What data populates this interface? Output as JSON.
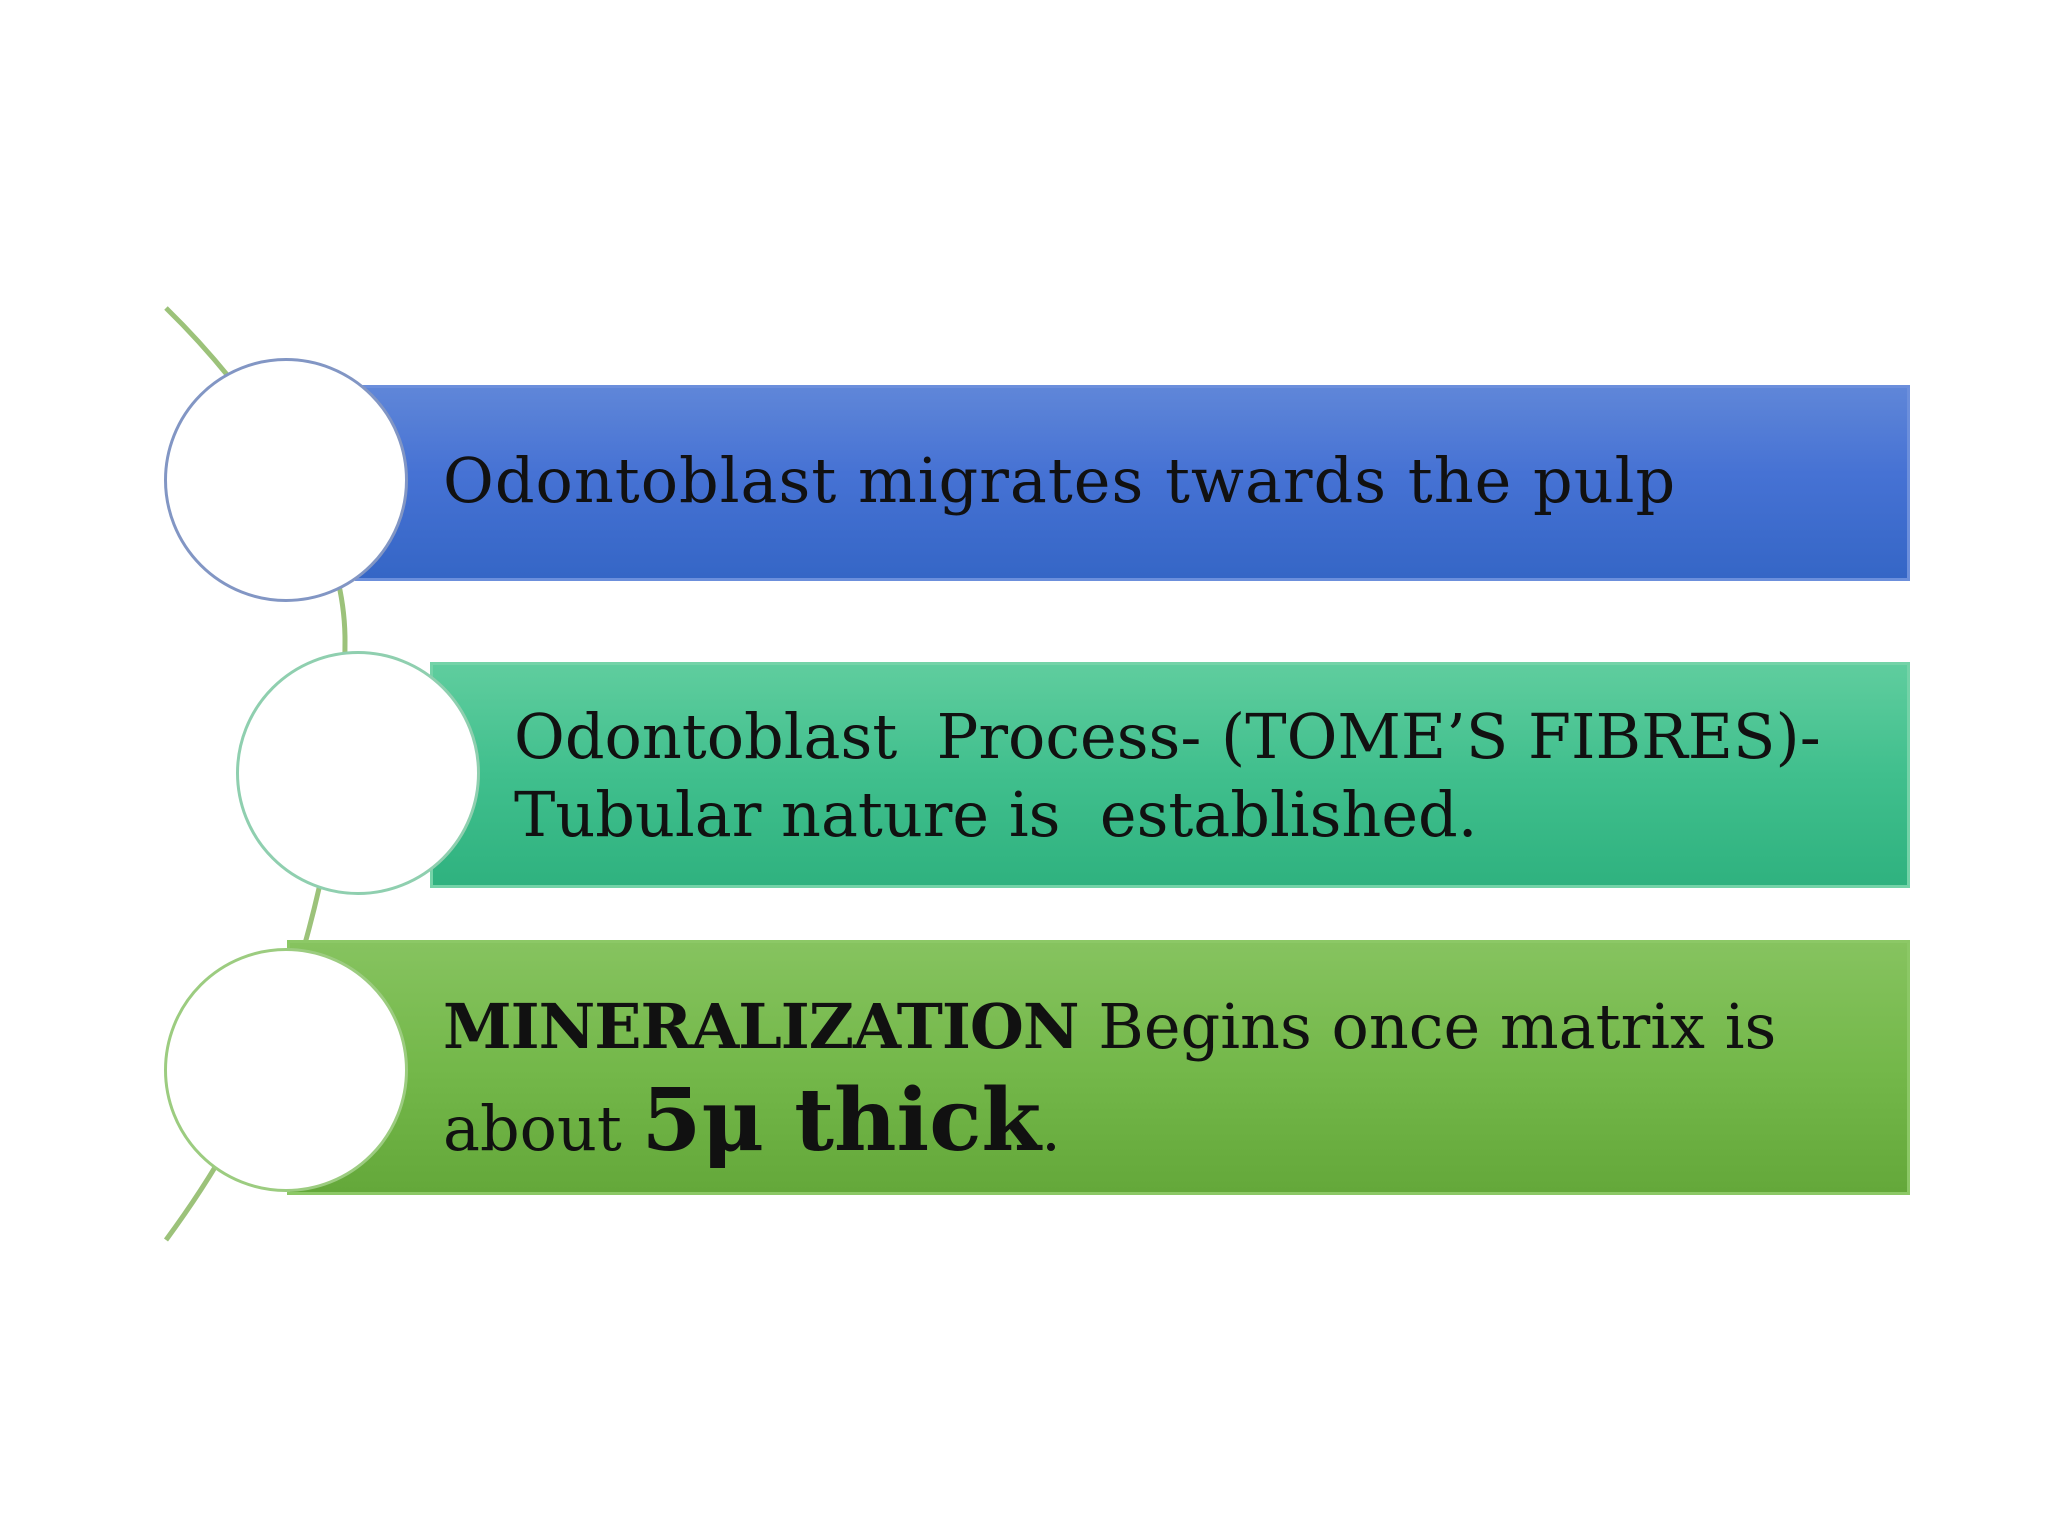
{
  "slide": {
    "items": [
      {
        "text": "Odontoblast migrates twards the pulp",
        "color": "#4672d4"
      },
      {
        "line1": "Odontoblast  Process- (TOME’S FIBRES)-",
        "line2": "Tubular nature is  established.",
        "color": "#40bf8d"
      },
      {
        "label": "MINERALIZATION",
        "rest": " Begins once matrix is",
        "about": "about ",
        "measure": "5μ thick",
        "period": ".",
        "color": "#74b84a"
      }
    ],
    "connector_color": "#9cc27a"
  }
}
